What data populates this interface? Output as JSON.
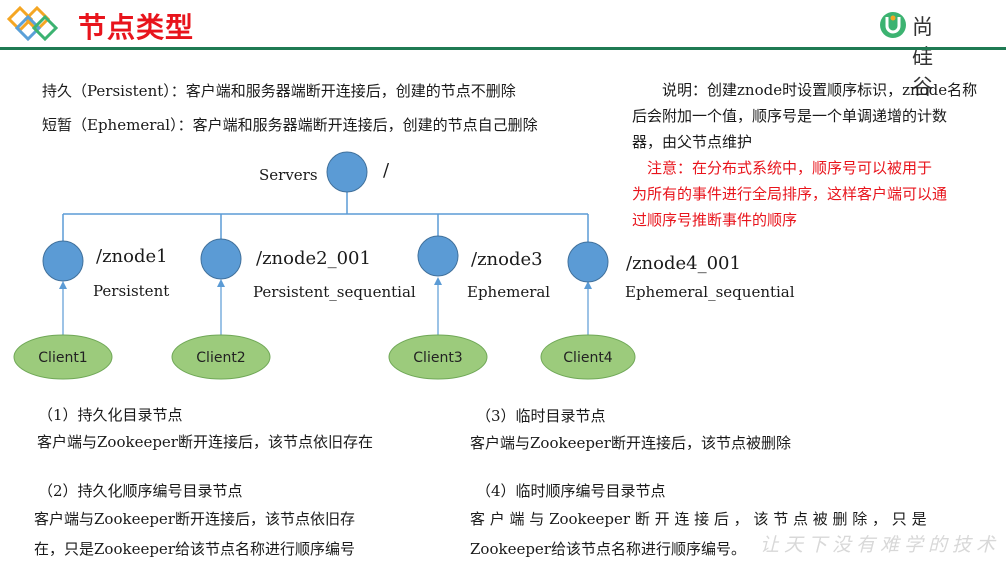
{
  "header": {
    "title": "节点类型",
    "brand": "尚硅谷",
    "logo_colors": [
      "#f5a623",
      "#3cb371",
      "#5aa0d8"
    ]
  },
  "definitions": {
    "persistent": "持久（Persistent）：客户端和服务器端断开连接后，创建的节点不删除",
    "ephemeral": "短暂（Ephemeral）：客户端和服务器端断开连接后，创建的节点自己删除"
  },
  "note": {
    "line1": "说明：创建znode时设置顺序标识，znode名称",
    "line2": "后会附加一个值，顺序号是一个单调递增的计数",
    "line3": "器，由父节点维护",
    "red_line1": "注意：在分布式系统中，顺序号可以被用于",
    "red_line2": "为所有的事件进行全局排序，这样客户端可以通",
    "red_line3": "过顺序号推断事件的顺序",
    "red_color": "#e8141c"
  },
  "diagram": {
    "root_label": "Servers",
    "root_path": "/",
    "node_color": "#5b9bd5",
    "client_color": "#9ccb7c",
    "nodes": [
      {
        "path": "/znode1",
        "type": "Persistent",
        "client": "Client1"
      },
      {
        "path": "/znode2_001",
        "type": "Persistent_sequential",
        "client": "Client2"
      },
      {
        "path": "/znode3",
        "type": "Ephemeral",
        "client": "Client3"
      },
      {
        "path": "/znode4_001",
        "type": "Ephemeral_sequential",
        "client": "Client4"
      }
    ]
  },
  "sections": [
    {
      "title": "（1）持久化目录节点",
      "body1": "客户端与Zookeeper断开连接后，该节点依旧存在",
      "body2": ""
    },
    {
      "title": "（2）持久化顺序编号目录节点",
      "body1": "客户端与Zookeeper断开连接后，该节点依旧存",
      "body2": "在，只是Zookeeper给该节点名称进行顺序编号"
    },
    {
      "title": "（3）临时目录节点",
      "body1": "客户端与Zookeeper断开连接后，该节点被删除",
      "body2": ""
    },
    {
      "title": "（4）临时顺序编号目录节点",
      "body1": "客 户 端 与 Zookeeper 断 开 连 接 后 ， 该 节 点 被 删 除 ， 只 是",
      "body2": "Zookeeper给该节点名称进行顺序编号。"
    }
  ],
  "watermark": "让天下没有难学的技术"
}
